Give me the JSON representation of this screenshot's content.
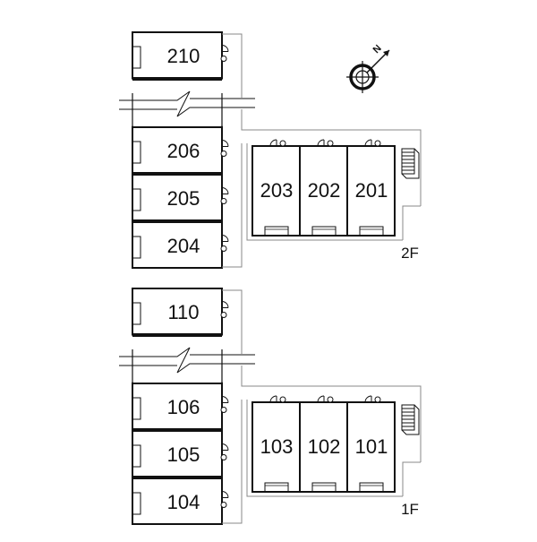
{
  "floors": [
    {
      "label": "2F",
      "left_wing_units": [
        "210",
        "206",
        "205",
        "204"
      ],
      "right_wing_units": [
        "203",
        "202",
        "201"
      ]
    },
    {
      "label": "1F",
      "left_wing_units": [
        "110",
        "106",
        "105",
        "104"
      ],
      "right_wing_units": [
        "103",
        "102",
        "101"
      ]
    }
  ],
  "compass": {
    "label": "N"
  },
  "colors": {
    "line": "#111111",
    "corridor": "#888888",
    "background": "#ffffff"
  },
  "icons": {
    "compass": "compass-rose-icon",
    "stairs": "stairs-icon",
    "door": "door-swing-icon",
    "break": "break-line-icon"
  }
}
